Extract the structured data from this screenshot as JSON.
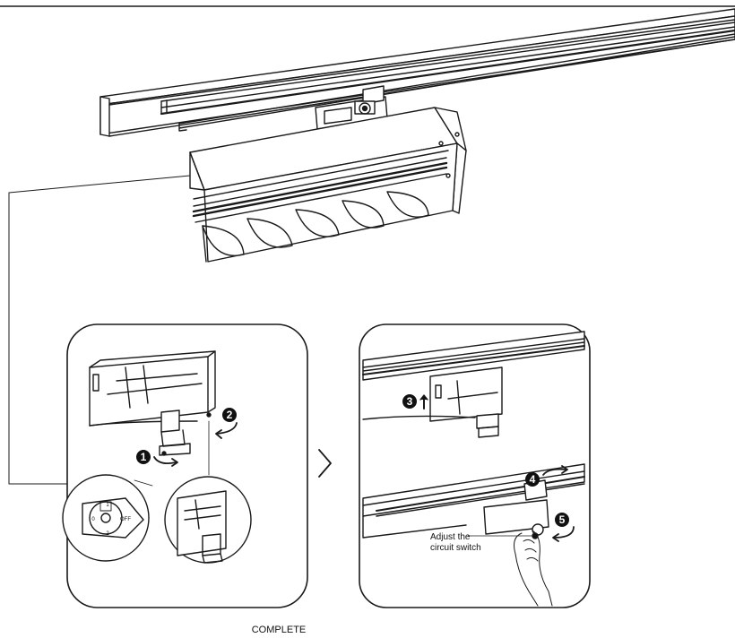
{
  "panel_right": {
    "annotation_line1": "Adjust the",
    "annotation_line2": "circuit switch"
  },
  "switch_dial": {
    "mark_1": "1",
    "mark_2": "2",
    "mark_0": "0",
    "mark_off": "OFF"
  },
  "steps": [
    "1",
    "2",
    "3",
    "4",
    "5"
  ],
  "footer": {
    "caption": "COMPLETE"
  }
}
